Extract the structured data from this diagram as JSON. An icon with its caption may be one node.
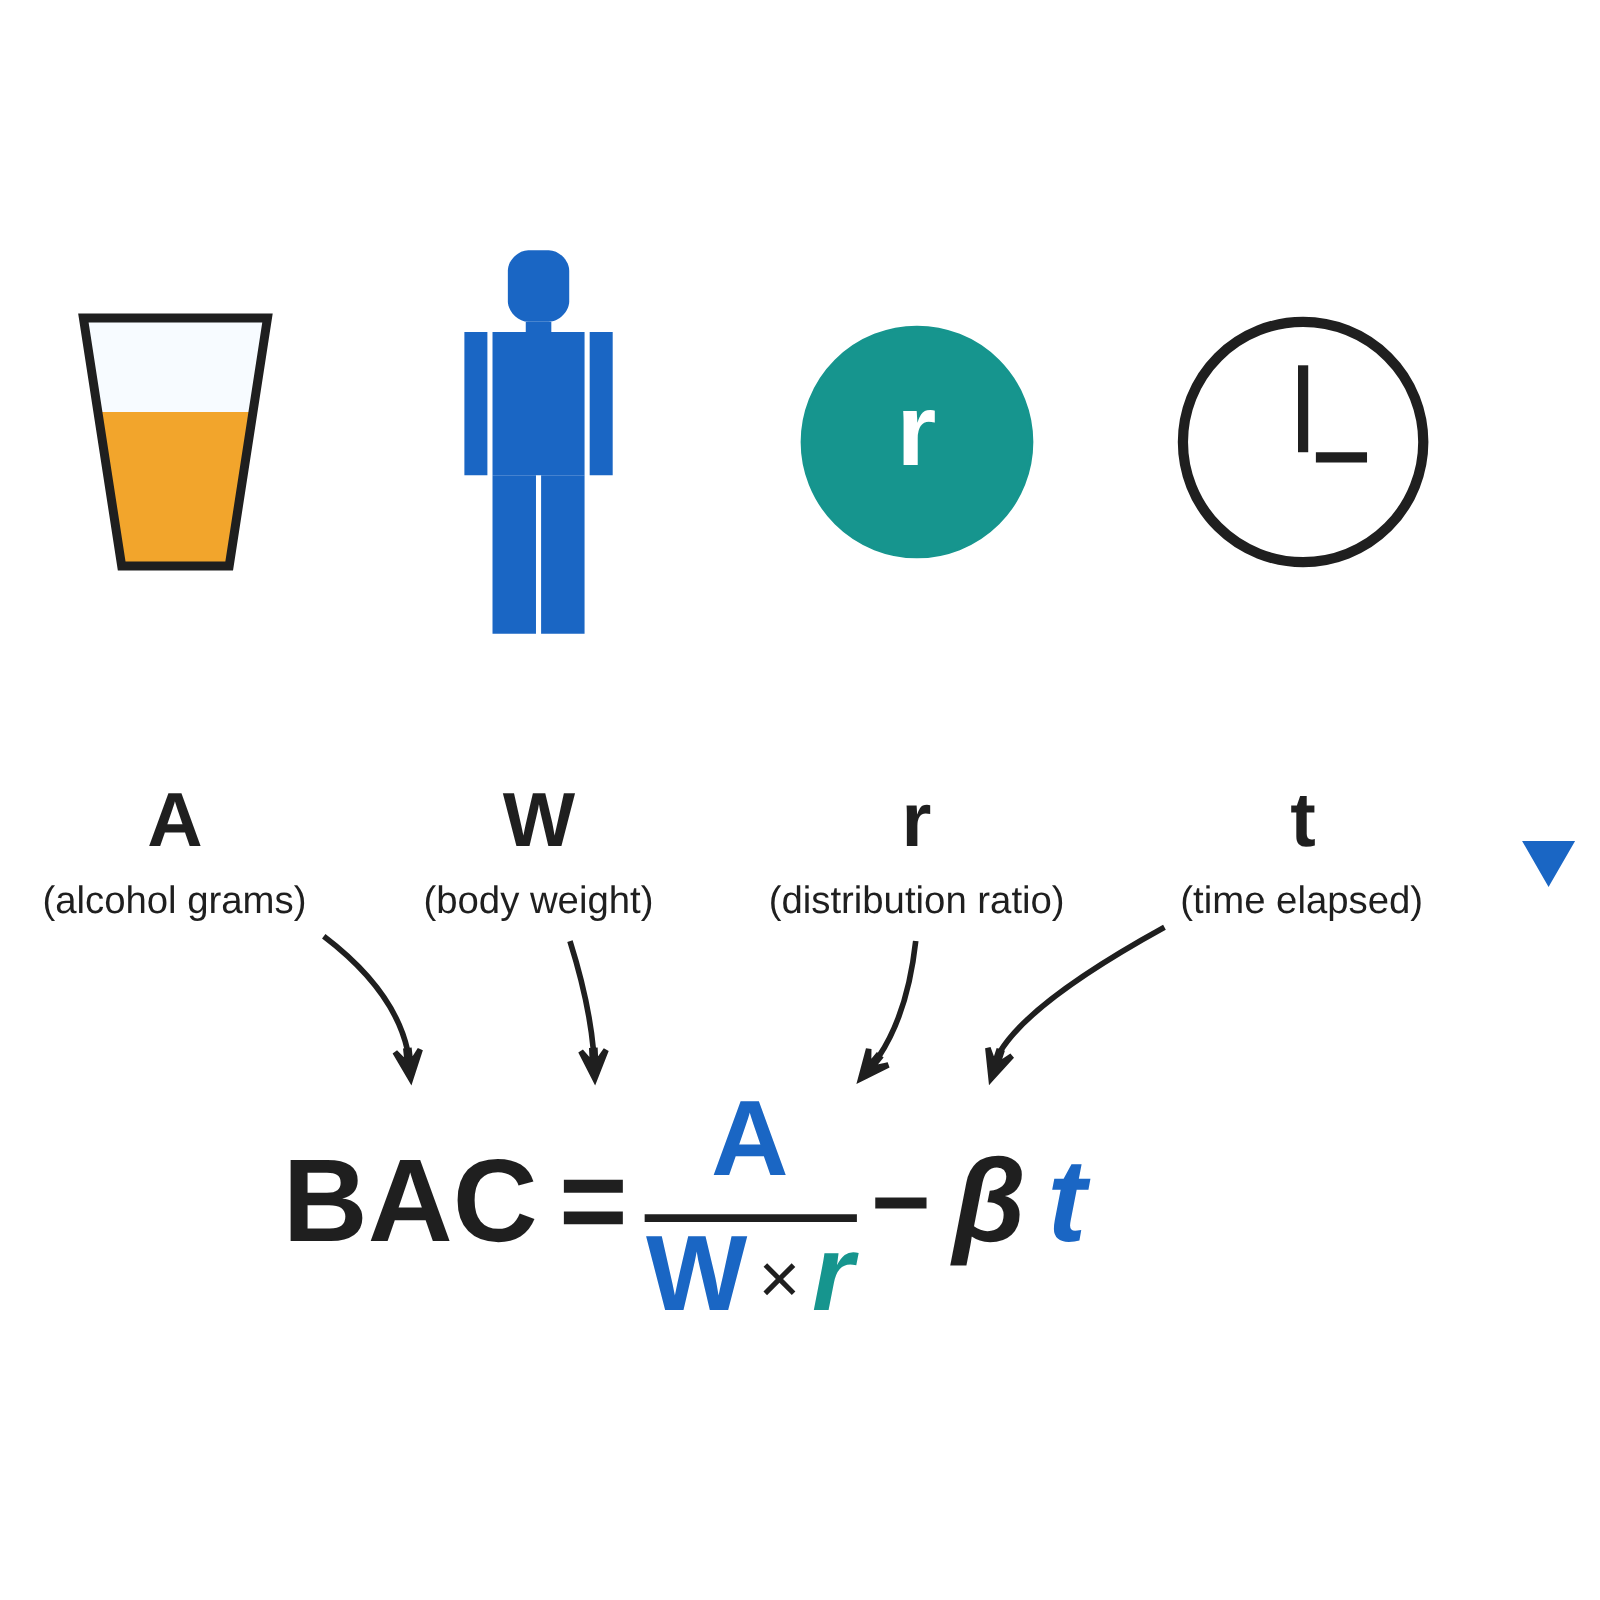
{
  "diagram": {
    "nodes": [
      {
        "text": [],
        "shape": "picture"
      },
      {
        "text": [],
        "shape": "person"
      },
      {
        "text": [
          "r"
        ]
      },
      {
        "text": [],
        "shape": "picture"
      },
      {
        "text": [],
        "shape": "arrow"
      },
      {
        "text": [
          "A",
          "(alcohol grams)"
        ]
      },
      {
        "text": [
          "W",
          "(body weight)"
        ]
      },
      {
        "text": [
          "r",
          "(distribution ratio)"
        ]
      },
      {
        "text": [
          "t",
          "(time elapsed)"
        ]
      },
      {
        "text": [
          "BAC",
          "=",
          "A",
          "W",
          "×",
          "r",
          "−",
          "β",
          "t"
        ]
      }
    ],
    "edges": [
      {
        "from": 5,
        "to": 9,
        "arrow": "to"
      },
      {
        "from": 6,
        "to": 9,
        "arrow": "to"
      },
      {
        "from": 7,
        "to": 9,
        "arrow": "to"
      },
      {
        "from": 8,
        "to": 9,
        "arrow": "to"
      }
    ]
  }
}
